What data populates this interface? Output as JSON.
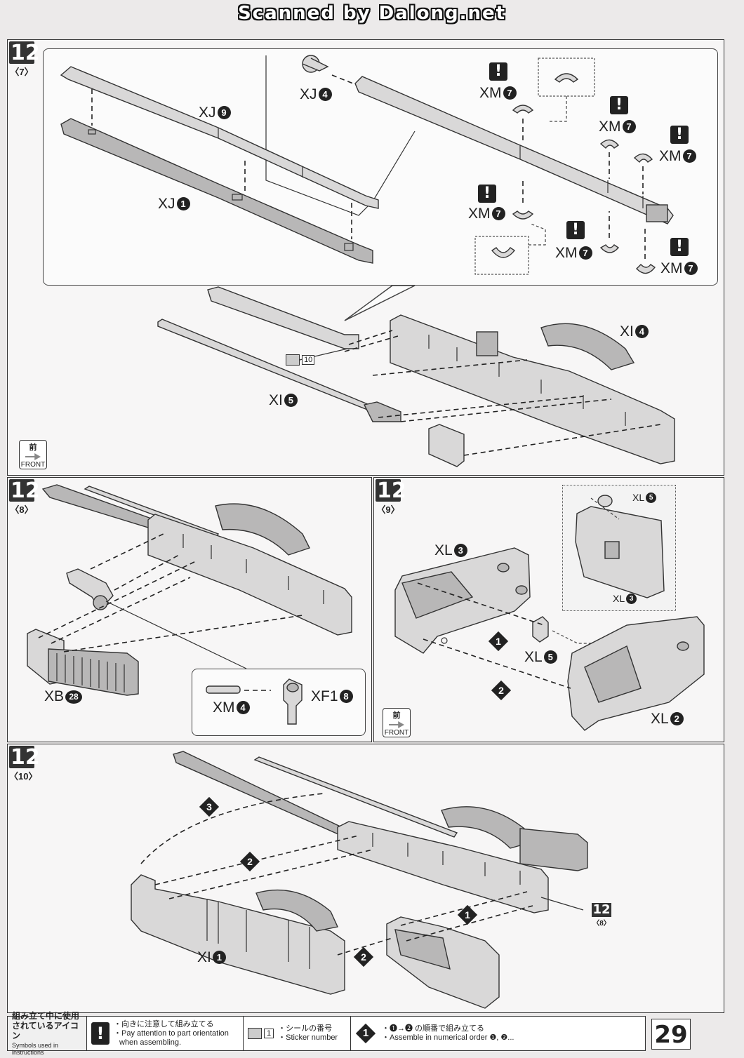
{
  "scan_credit": "Scanned by Dalong.net",
  "steps": {
    "s7": {
      "number": "12",
      "sub": "〈7〉"
    },
    "s8": {
      "number": "12",
      "sub": "〈8〉"
    },
    "s9": {
      "number": "12",
      "sub": "〈9〉"
    },
    "s10": {
      "number": "12",
      "sub": "〈10〉"
    }
  },
  "panel7": {
    "labels": {
      "xj4": {
        "text": "XJ",
        "num": "4"
      },
      "xj9": {
        "text": "XJ",
        "num": "9"
      },
      "xj1": {
        "text": "XJ",
        "num": "1"
      },
      "xi4": {
        "text": "XI",
        "num": "4"
      },
      "xi5": {
        "text": "XI",
        "num": "5"
      },
      "xm7": {
        "text": "XM",
        "num": "7"
      }
    },
    "sticker_number": "10"
  },
  "panel8": {
    "labels": {
      "xb28": {
        "text": "XB",
        "num": "28"
      },
      "xm4": {
        "text": "XM",
        "num": "4"
      },
      "xf18": {
        "text": "XF1",
        "num": "8"
      }
    }
  },
  "panel9": {
    "labels": {
      "xl3": {
        "text": "XL",
        "num": "3"
      },
      "xl5": {
        "text": "XL",
        "num": "5"
      },
      "xl2": {
        "text": "XL",
        "num": "2"
      }
    },
    "order": [
      "1",
      "2"
    ]
  },
  "panel10": {
    "labels": {
      "xi1": {
        "text": "XI",
        "num": "1"
      }
    },
    "order": [
      "1",
      "2",
      "3"
    ],
    "ref": {
      "number": "12",
      "sub": "〈8〉"
    }
  },
  "front_icon": {
    "jp": "前",
    "en": "FRONT"
  },
  "warn_symbol": "!",
  "legend": {
    "title_jp_1": "組み立て中に使用",
    "title_jp_2": "されているアイコン",
    "title_en": "Symbols used in instructions",
    "attention_jp": "・向きに注意して組み立てる",
    "attention_en_1": "・Pay attention to part orientation",
    "attention_en_2": "when assembling.",
    "sticker_box": "1",
    "sticker_jp": "・シールの番号",
    "sticker_en": "・Sticker number",
    "order_icon": "1",
    "order_jp": "・❶→❷ の順番で組み立てる",
    "order_en": "・Assemble in numerical order ❶, ❷..."
  },
  "page_number": "29"
}
